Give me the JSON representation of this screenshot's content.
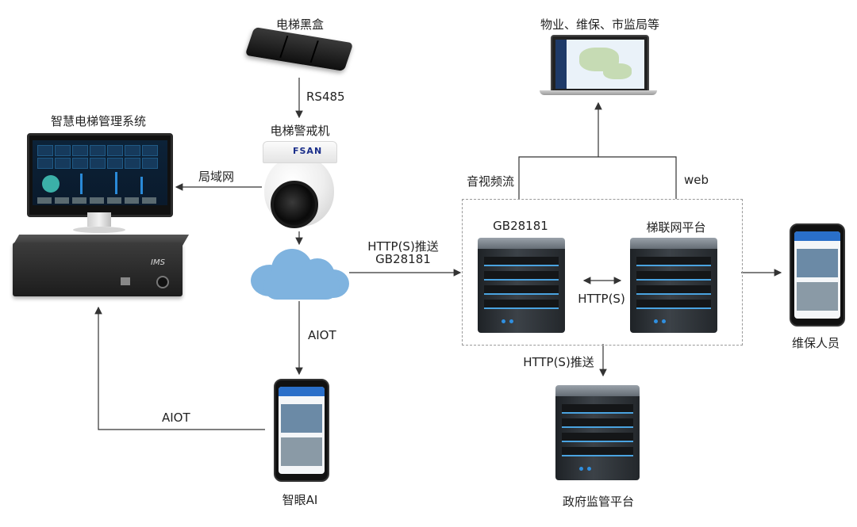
{
  "nodes": {
    "black_box": "电梯黑盒",
    "elevator_alarm": "电梯警戒机",
    "camera_brand": "FSAN",
    "smart_system": "智慧电梯管理系统",
    "host_logo": "IMS",
    "property": "物业、维保、市监局等",
    "gb_server": "GB28181",
    "platform_server": "梯联网平台",
    "maintenance": "维保人员",
    "gov_platform": "政府监管平台",
    "smart_eye": "智眼AI"
  },
  "edges": {
    "rs485": "RS485",
    "lan": "局域网",
    "aiot_down": "AIOT",
    "aiot_left": "AIOT",
    "push_line1": "HTTP(S)推送",
    "push_line2": "GB28181",
    "av_stream": "音视频流",
    "web": "web",
    "https_mid": "HTTP(S)",
    "push_gov": "HTTP(S)推送"
  },
  "colors": {
    "line": "#333333",
    "cloud": "#7fb3df",
    "server_led": "#2f8fe0"
  }
}
